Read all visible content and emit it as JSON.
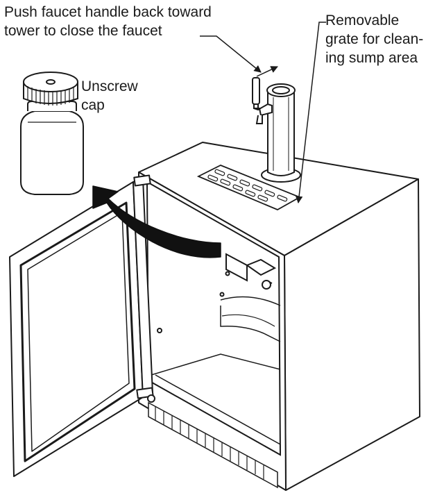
{
  "labels": {
    "faucet": [
      "Push faucet handle back toward",
      "tower to close the faucet"
    ],
    "grate": [
      "Removable",
      "grate for clean-",
      "ing sump area"
    ],
    "cap": [
      "Unscrew",
      "cap"
    ]
  },
  "colors": {
    "ink": "#1a1a1a",
    "fill": "#ffffff",
    "arrow": "#111111"
  }
}
